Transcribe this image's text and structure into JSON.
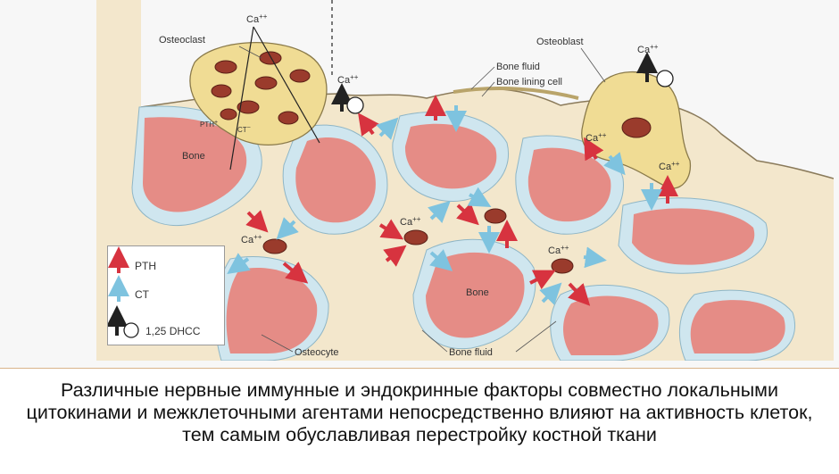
{
  "figure": {
    "labels": {
      "osteoclast": "Osteoclast",
      "osteoblast": "Osteoblast",
      "bone_fluid_top": "Bone fluid",
      "bone_lining_cell": "Bone lining cell",
      "bone_left": "Bone",
      "bone_center": "Bone",
      "osteocyte": "Osteocyte",
      "bone_fluid_bottom": "Bone fluid",
      "pth_plus": "PTH",
      "pth_plus_sign": "+",
      "ct_minus": "CT",
      "ct_minus_sign": "−",
      "ca": "Ca",
      "ca_sup": "++"
    },
    "legend": {
      "items": [
        {
          "label": "PTH",
          "color": "#d7333f"
        },
        {
          "label": "CT",
          "color": "#7ec3df"
        },
        {
          "label": "1,25 DHCC",
          "color": "#222222"
        }
      ]
    },
    "colors": {
      "pth_arrow": "#d7333f",
      "ct_arrow": "#7ec3df",
      "bone": "#e58c86",
      "bone_fluid": "#cfe6ef",
      "cell": "#f0dc94",
      "osteocyte": "#9a3b2c",
      "matrix": "#f3e7cc"
    }
  },
  "caption": {
    "text": "Различные нервные иммунные и эндокринные факторы совместно локальными цитокинами и межклеточными агентами непосредственно влияют на активность клеток, тем самым обуславливая перестройку костной ткани"
  }
}
